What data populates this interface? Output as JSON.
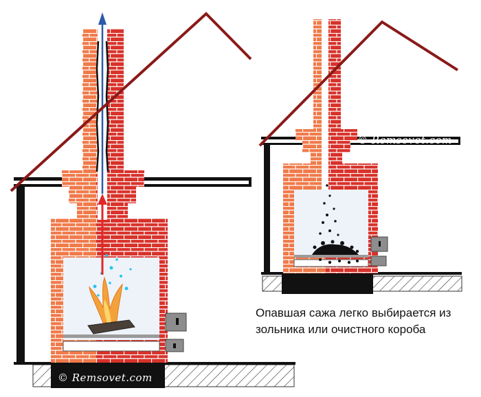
{
  "caption": {
    "line1": "Опавшая сажа легко выбирается из",
    "line2": "зольника или очистного короба"
  },
  "watermarks": {
    "left": "© Remsovet.com",
    "right": "© Remsovet.com"
  },
  "colors": {
    "brick_light": "#f07a4a",
    "brick_dark": "#d8322a",
    "mortar": "#ffffff",
    "roof": "#8a1a18",
    "wall": "#111111",
    "soot": "#111111",
    "flame": "#f3a23a",
    "spark": "#27c4ee",
    "hot_air_arrow": "#e0282a",
    "smoke_arrow": "#2c5aa8"
  },
  "icons": {
    "draft": "arrow-up-icon",
    "fire": "flame-icon",
    "sparks": "spark-icon",
    "soot": "soot-particle-icon",
    "cleanout": "cleanout-door-icon"
  }
}
